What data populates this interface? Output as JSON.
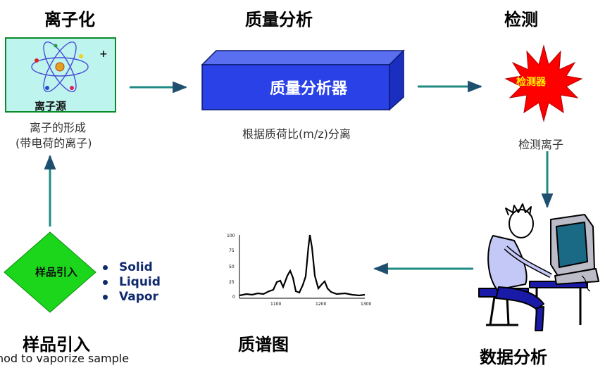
{
  "headings": {
    "ionization": "离子化",
    "mass_analysis": "质量分析",
    "detection": "检测",
    "sample_introduction": "样品引入",
    "mass_spectrum": "质谱图",
    "data_analysis": "数据分析"
  },
  "ion_source": {
    "label": "离子源",
    "plus_sign": "+",
    "caption_line1": "离子的形成",
    "caption_line2": "(带电荷的离子)"
  },
  "analyzer": {
    "label": "质量分析器",
    "caption": "根据质荷比(m/z)分离"
  },
  "detector": {
    "label": "检测器",
    "caption": "检测离子"
  },
  "sample_inlet": {
    "label": "样品引入",
    "states": [
      "Solid",
      "Liquid",
      "Vapor"
    ],
    "method_text": "hod to vaporize sample"
  },
  "spectrum": {
    "y_ticks": [
      "100",
      "75",
      "50",
      "25",
      "0"
    ],
    "x_ticks": [
      "1100",
      "1200",
      "1300"
    ]
  },
  "colors": {
    "arrow": "#1f8a83",
    "ion_box_fill": "#bdf5ee",
    "analyzer_fill": "#2a41e8",
    "detector_fill": "#ff0000",
    "detector_text": "#ffef00",
    "diamond_fill": "#1bd61b",
    "bullet_text": "#102a6e"
  },
  "icons": {
    "ion_source_image": "atom-icon",
    "data_analysis_image": "person-at-computer-icon"
  }
}
